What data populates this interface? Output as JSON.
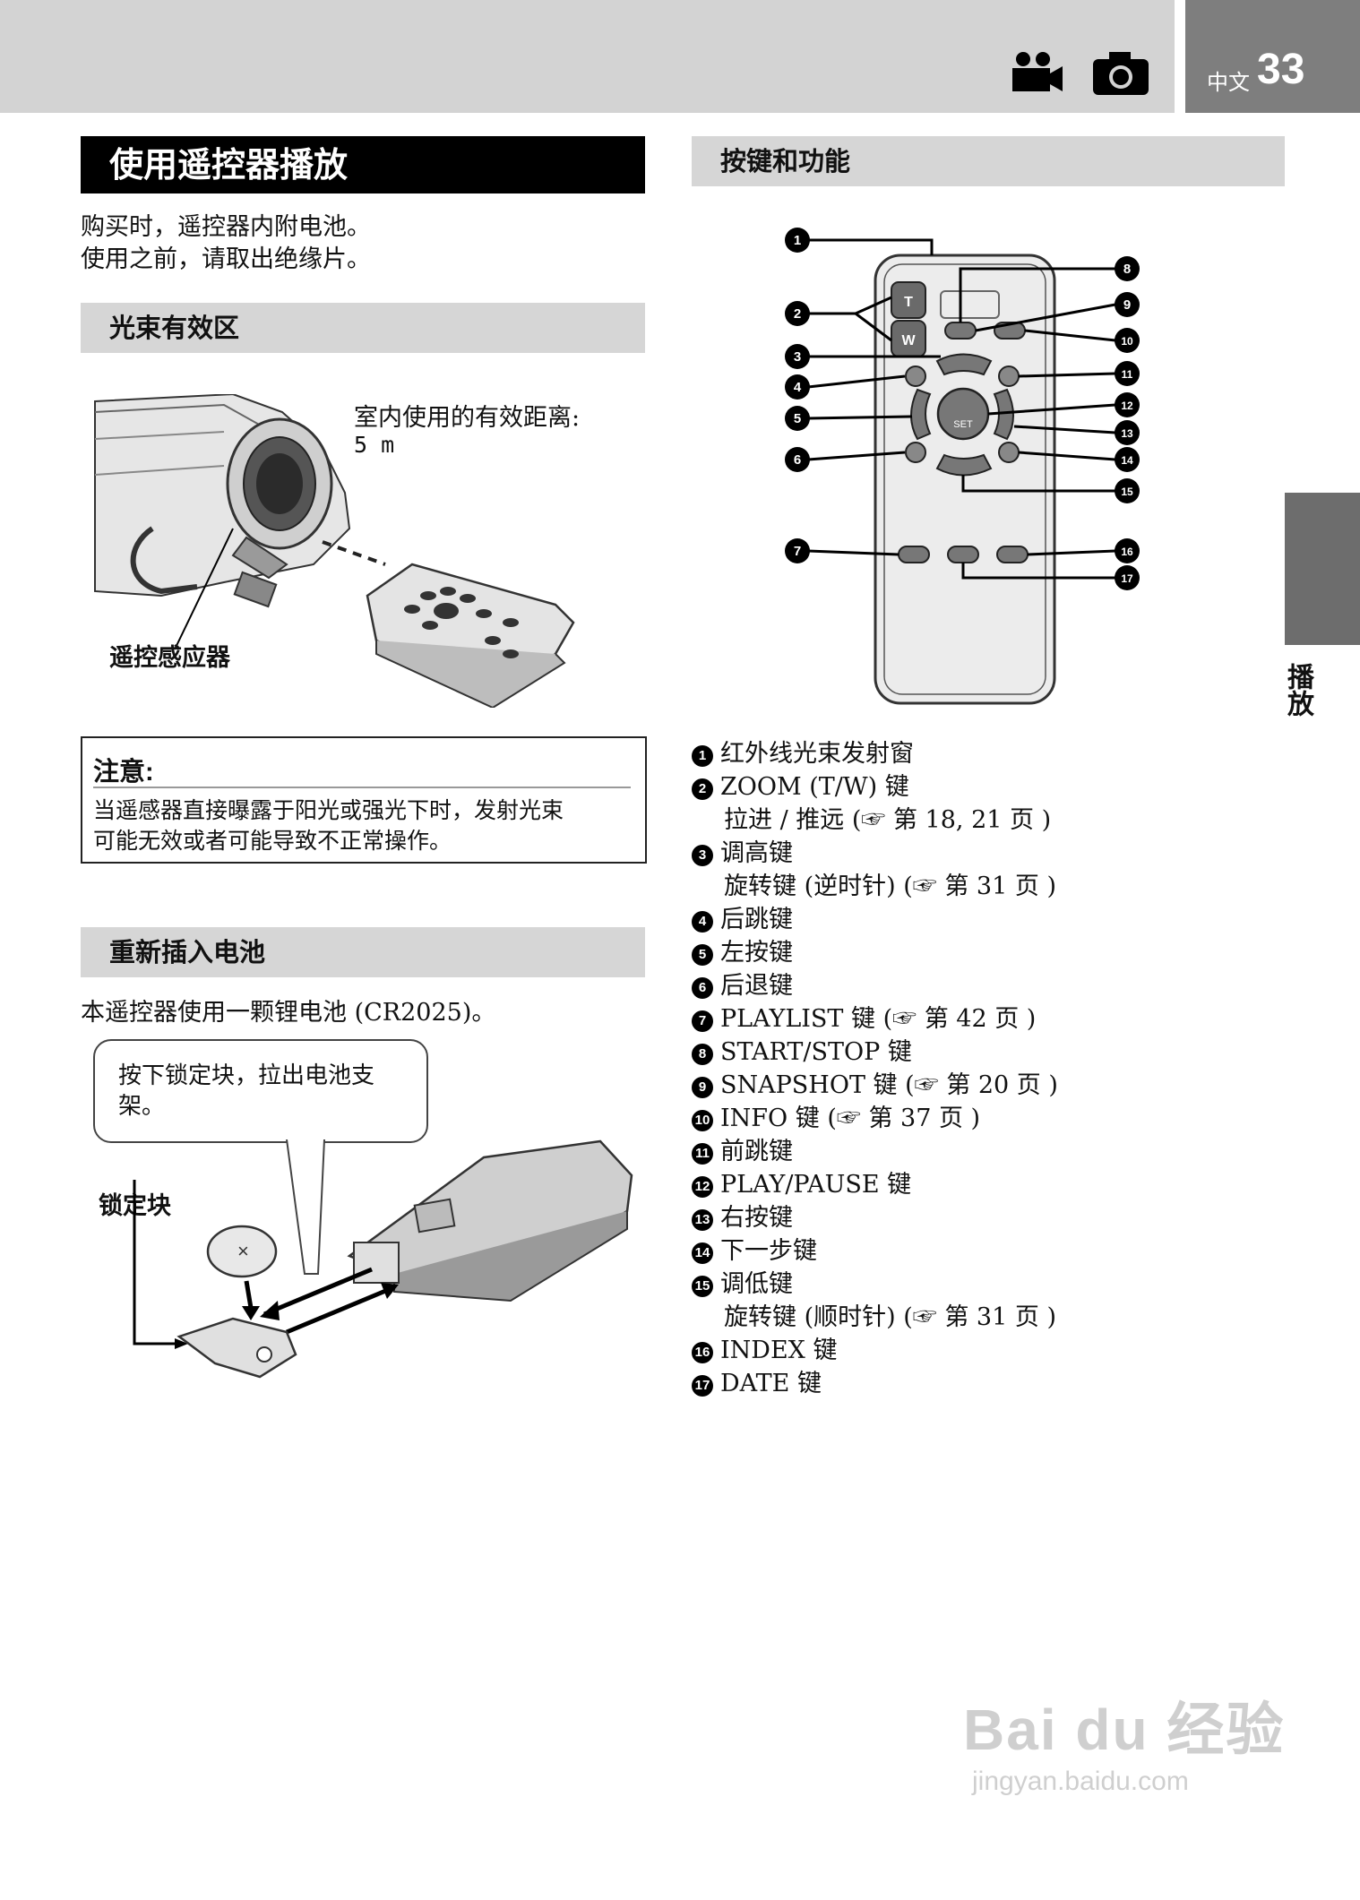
{
  "header": {
    "lang": "中文",
    "page_number": "33",
    "icons": [
      "movie-camera-icon",
      "still-camera-icon"
    ]
  },
  "side_tab": {
    "label": "播放"
  },
  "sections": {
    "main_title": "使用遥控器播放",
    "intro_lines": [
      "购买时，遥控器内附电池。",
      "使用之前，请取出绝缘片。"
    ],
    "beam_area": {
      "title": "光束有效区",
      "range_label": "室内使用的有效距离:",
      "range_value": "5 m",
      "sensor_label": "遥控感应器"
    },
    "caution": {
      "title": "注意:",
      "lines": [
        "当遥感器直接曝露于阳光或强光下时，发射光束",
        "可能无效或者可能导致不正常操作。"
      ]
    },
    "battery": {
      "title": "重新插入电池",
      "desc": "本遥控器使用一颗锂电池 (CR2025)。",
      "callout_lines": [
        "按下锁定块，拉出电池支",
        "架。"
      ],
      "lock_label": "锁定块"
    },
    "keys": {
      "title": "按键和功能",
      "remote_labels": {
        "t": "T",
        "w": "W",
        "set": "SET"
      },
      "callouts": [
        "1",
        "2",
        "3",
        "4",
        "5",
        "6",
        "7",
        "8",
        "9",
        "10",
        "11",
        "12",
        "13",
        "14",
        "15",
        "16",
        "17"
      ],
      "items": [
        {
          "num": "1",
          "text": "红外线光束发射窗"
        },
        {
          "num": "2",
          "text": "ZOOM (T/W) 键",
          "sub": "拉进 / 推远 (☞ 第 18, 21 页 )"
        },
        {
          "num": "3",
          "text": "调高键",
          "sub": "旋转键 (逆时针) (☞ 第 31 页 )"
        },
        {
          "num": "4",
          "text": "后跳键"
        },
        {
          "num": "5",
          "text": "左按键"
        },
        {
          "num": "6",
          "text": "后退键"
        },
        {
          "num": "7",
          "text": "PLAYLIST 键 (☞ 第 42 页 )"
        },
        {
          "num": "8",
          "text": "START/STOP 键"
        },
        {
          "num": "9",
          "text": "SNAPSHOT 键 (☞ 第 20 页 )"
        },
        {
          "num": "10",
          "text": "INFO 键 (☞ 第 37 页 )"
        },
        {
          "num": "11",
          "text": "前跳键"
        },
        {
          "num": "12",
          "text": "PLAY/PAUSE 键"
        },
        {
          "num": "13",
          "text": "右按键"
        },
        {
          "num": "14",
          "text": "下一步键"
        },
        {
          "num": "15",
          "text": "调低键",
          "sub": "旋转键 (顺时针) (☞ 第 31 页 )"
        },
        {
          "num": "16",
          "text": "INDEX 键"
        },
        {
          "num": "17",
          "text": "DATE 键"
        }
      ]
    }
  },
  "watermark": {
    "brand": "Bai du 经验",
    "url": "jingyan.baidu.com"
  }
}
